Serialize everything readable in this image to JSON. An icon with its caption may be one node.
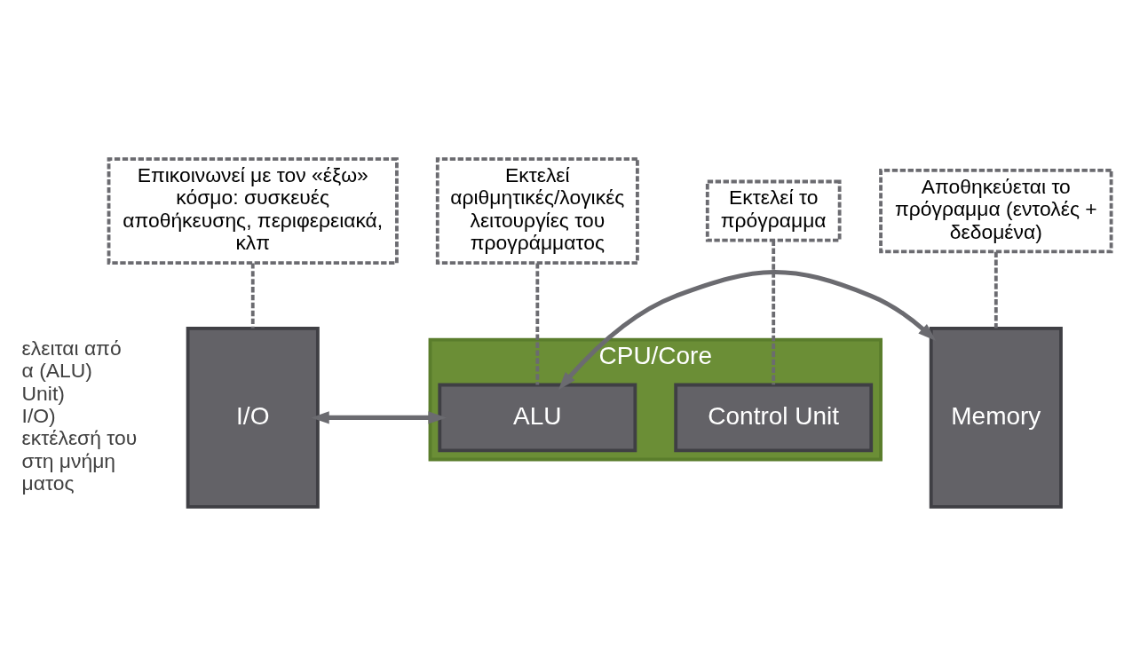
{
  "diagram": {
    "nodes": [
      {
        "text": [
          "I/O"
        ]
      },
      {
        "text": [
          "CPU/Core"
        ]
      },
      {
        "text": [
          "ALU"
        ],
        "in": 1
      },
      {
        "text": [
          "Control Unit"
        ],
        "in": 1
      },
      {
        "text": [
          "Memory"
        ]
      },
      {
        "text": [
          "Εκτελεί αριθμητικές/λογικές λειτουργίες του προγράμματος"
        ]
      },
      {
        "text": [
          "Επικοινωνεί με τον «έξω» κόσμο: συσκευές αποθήκευσης, περιφερειακά, κλπ"
        ]
      },
      {
        "text": [
          "Εκτελεί το πρόγραμμα"
        ]
      },
      {
        "text": [
          "Αποθηκεύεται το πρόγραμμα (εντολές + δεδομένα)"
        ]
      }
    ],
    "edges": [
      {
        "from": 0,
        "to": 2,
        "arrow": "both"
      },
      {
        "from": 2,
        "to": 4,
        "arrow": "both"
      },
      {
        "from": 5,
        "to": 2,
        "arrow": "none",
        "style": "dashed"
      },
      {
        "from": 6,
        "to": 0,
        "arrow": "none",
        "style": "dashed"
      },
      {
        "from": 7,
        "to": 3,
        "arrow": "none",
        "style": "dashed"
      },
      {
        "from": 8,
        "to": 4,
        "arrow": "none",
        "style": "dashed"
      }
    ],
    "labels": [
      "ελειται από",
      "α (ALU)",
      "Unit)",
      "I/O)",
      "εκτέλεσή του",
      "στη μνήμη",
      "ματος"
    ]
  }
}
